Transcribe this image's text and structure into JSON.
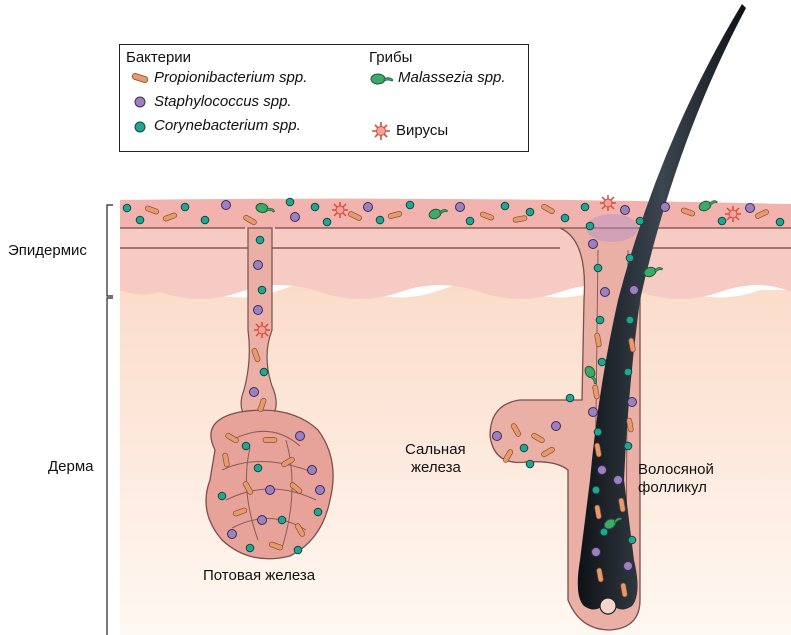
{
  "legend": {
    "bacteria_heading": "Бактерии",
    "fungi_heading": "Грибы",
    "items": {
      "propionibacterium": "Propionibacterium spp.",
      "staphylococcus": "Staphylococcus spp.",
      "corynebacterium": "Corynebacterium spp.",
      "malassezia": "Malassezia spp.",
      "viruses": "Вирусы"
    }
  },
  "layers": {
    "epidermis": "Эпидермис",
    "dermis": "Дерма"
  },
  "structures": {
    "sweat_gland": "Потовая железа",
    "sebaceous_gland_line1": "Сальная",
    "sebaceous_gland_line2": "железа",
    "hair_follicle_line1": "Волосяной",
    "hair_follicle_line2": "фолликул"
  },
  "colors": {
    "skin_surface": "#f4b8b4",
    "epidermis": "#f7d0c8",
    "dermis": "#fbe4d4",
    "gland": "#eaa7a0",
    "hair": "#1e2329",
    "propionibacterium": "#e79a6e",
    "staphylococcus": "#9b82bd",
    "corynebacterium": "#24a493",
    "malassezia": "#3daa6a",
    "virus": "#d64b3c"
  }
}
